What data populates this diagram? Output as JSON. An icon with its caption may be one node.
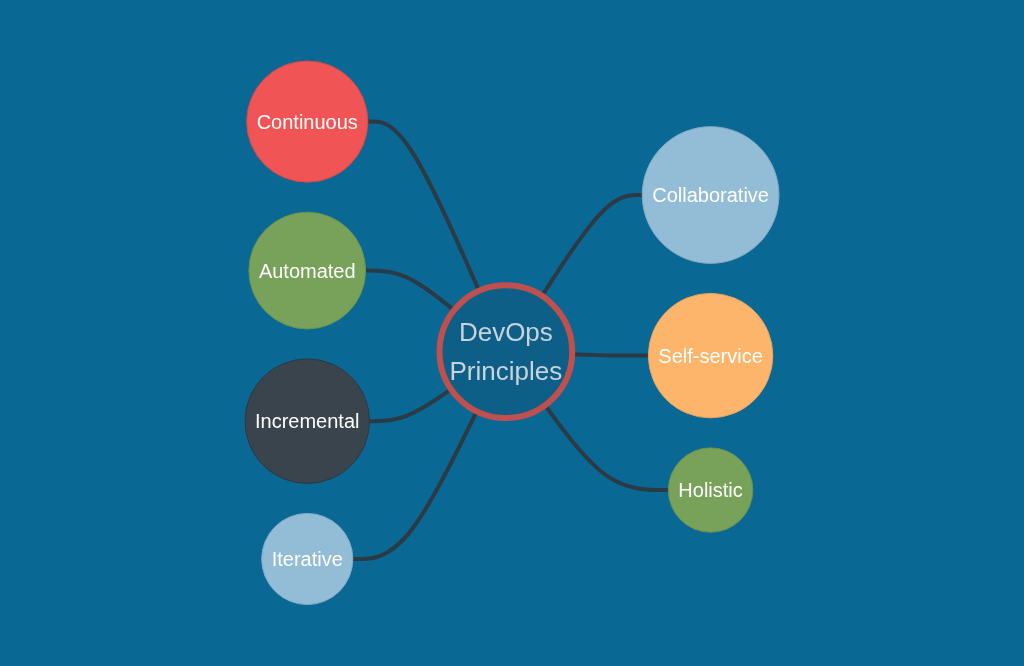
{
  "diagram": {
    "nodes": [
      {
        "text": [
          "DevOps",
          "Principles"
        ]
      },
      {
        "text": [
          "Continuous"
        ]
      },
      {
        "text": [
          "Collaborative"
        ]
      },
      {
        "text": [
          "Automated"
        ]
      },
      {
        "text": [
          "Incremental"
        ]
      },
      {
        "text": [
          "Self-service"
        ]
      },
      {
        "text": [
          "Iterative"
        ]
      },
      {
        "text": [
          "Holistic"
        ]
      }
    ],
    "edges": [
      {
        "from": 1,
        "to": 0,
        "arrow": "none"
      },
      {
        "from": 0,
        "to": 2,
        "arrow": "none"
      },
      {
        "from": 3,
        "to": 0,
        "arrow": "none"
      },
      {
        "from": 4,
        "to": 0,
        "arrow": "none"
      },
      {
        "from": 0,
        "to": 5,
        "arrow": "none"
      },
      {
        "from": 6,
        "to": 0,
        "arrow": "none"
      },
      {
        "from": 0,
        "to": 7,
        "arrow": "none"
      }
    ]
  }
}
